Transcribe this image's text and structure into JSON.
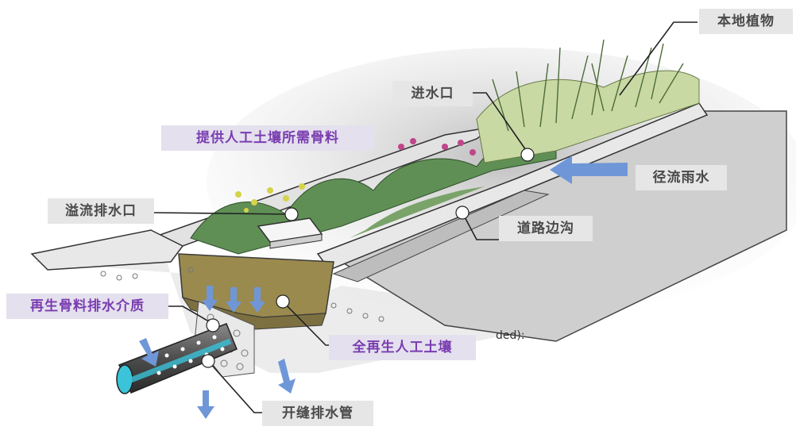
{
  "labels": {
    "native_plants": "本地植物",
    "inlet": "进水口",
    "aggregate": "提供人工土壤所需骨料",
    "runoff": "径流雨水",
    "overflow": "溢流排水口",
    "gutter": "道路边沟",
    "drainage_media": "再生骨料排水介质",
    "soil": "全再生人工土壤",
    "pipe": "开缝排水管"
  },
  "stray_text": "ded):",
  "colors": {
    "label_bg": "#e6e6e6",
    "label_text": "#4a4a4a",
    "purple_bg": "#e4e0ee",
    "purple_text": "#7a3db0",
    "arrow_blue": "#6f97d8"
  }
}
